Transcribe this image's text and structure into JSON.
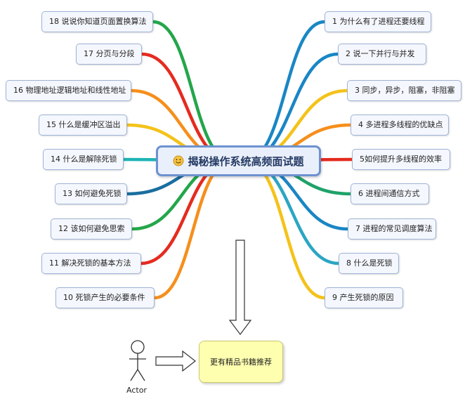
{
  "center_title": "揭秘操作系统高频面试题",
  "right_topics": [
    "1 为什么有了进程还要线程",
    "2 说一下并行与并发",
    "3 同步，异步，阻塞，非阻塞",
    "4 多进程多线程的优缺点",
    "5如何提升多线程的效率",
    "6 进程间通信方式",
    "7 进程的常见调度算法",
    "8 什么是死锁",
    "9 产生死锁的原因"
  ],
  "left_topics": [
    "18 说说你知道页面置换算法",
    "17 分页与分段",
    "16 物理地址逻辑地址和线性地址",
    "15 什么是缓冲区溢出",
    "14 什么是解除死锁",
    "13 如何避免死锁",
    "12 该如何避免思索",
    "11 解决死锁的基本方法",
    "10 死锁产生的必要条件"
  ],
  "recommend_label": "更有精品书籍推荐",
  "actor_label": "Actor",
  "colors": {
    "node_border": "#9fb3d6",
    "center_border": "#6d92cf",
    "note_fill": "#ffffb0"
  }
}
